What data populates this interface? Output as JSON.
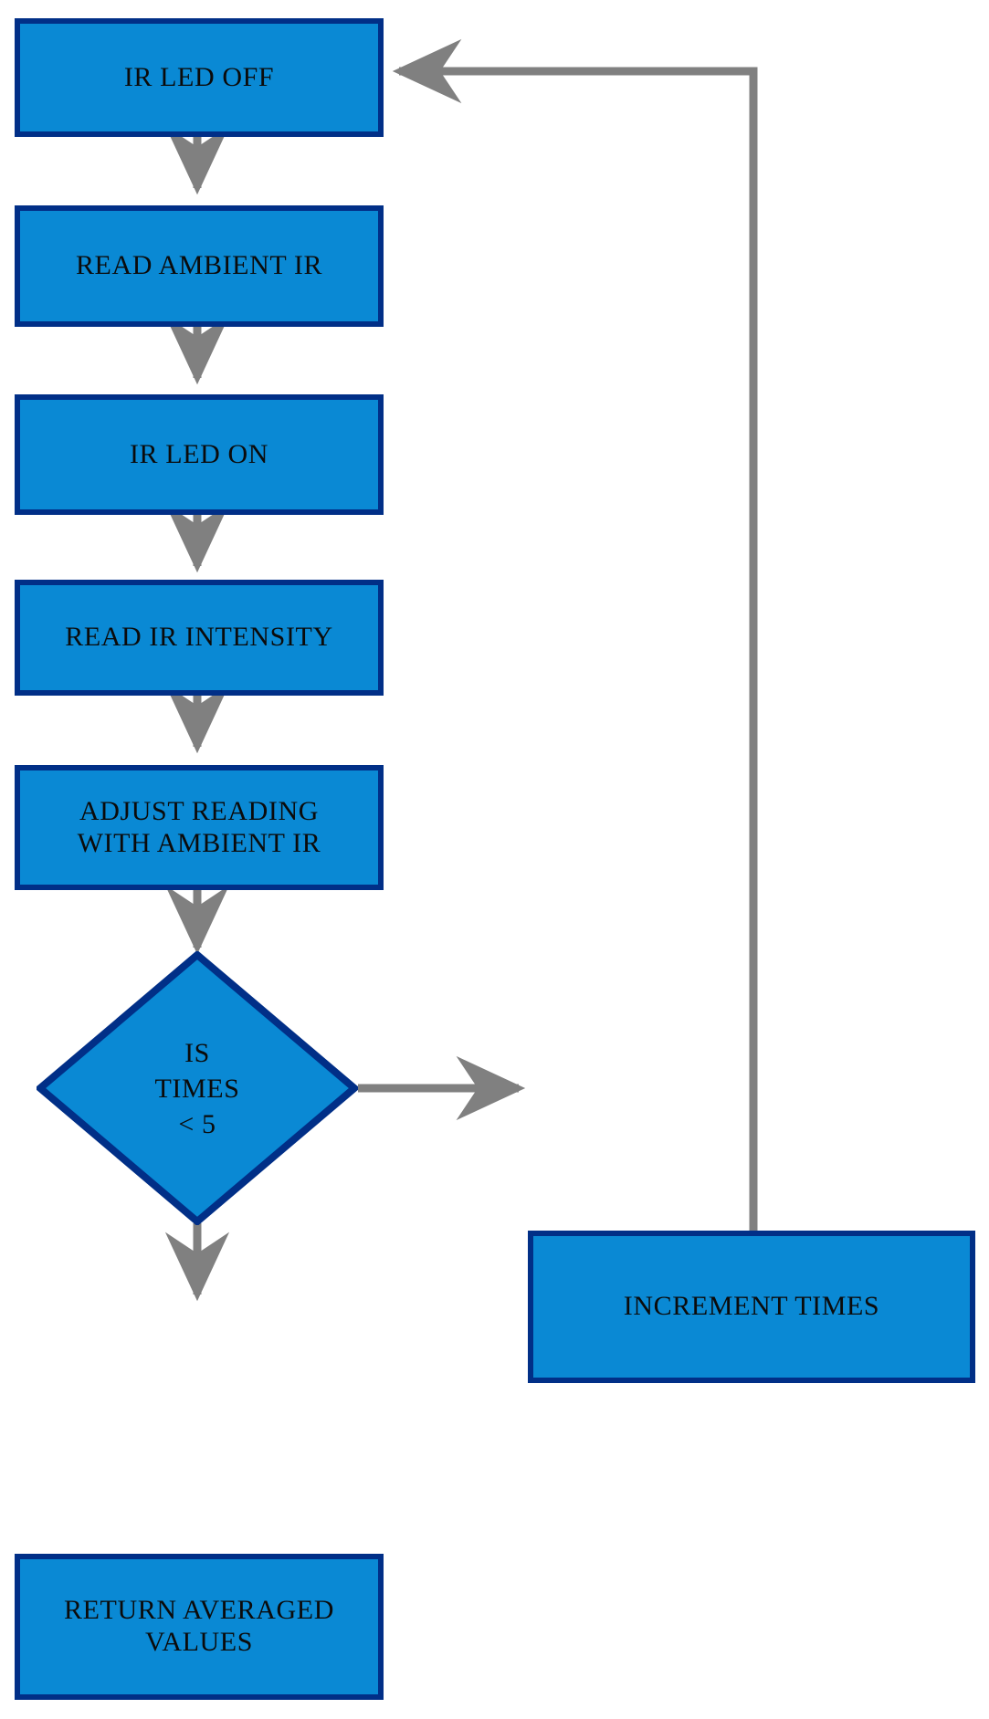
{
  "diagram": {
    "title": "IR proximity sensor reading routine flowchart",
    "type": "flowchart",
    "colors": {
      "node_fill": "#0a89d4",
      "node_border": "#012f87",
      "arrow": "#808080",
      "text": "#0b0b0b",
      "background": "#ffffff"
    },
    "nodes": [
      {
        "id": "ir-led-off",
        "shape": "process",
        "label": "IR LED OFF"
      },
      {
        "id": "read-ambient-ir",
        "shape": "process",
        "label": "READ AMBIENT IR"
      },
      {
        "id": "ir-led-on",
        "shape": "process",
        "label": "IR LED ON"
      },
      {
        "id": "read-ir-intensity",
        "shape": "process",
        "label": "READ IR INTENSITY"
      },
      {
        "id": "adjust-reading",
        "shape": "process",
        "label": "ADJUST READING\nWITH AMBIENT IR"
      },
      {
        "id": "is-times-lt-5",
        "shape": "decision",
        "label": "IS\nTIMES\n< 5"
      },
      {
        "id": "increment-times",
        "shape": "process",
        "label": "INCREMENT TIMES"
      },
      {
        "id": "return-averaged",
        "shape": "process",
        "label": "RETURN AVERAGED\nVALUES"
      }
    ],
    "edges": [
      {
        "from": "ir-led-off",
        "to": "read-ambient-ir",
        "label": ""
      },
      {
        "from": "read-ambient-ir",
        "to": "ir-led-on",
        "label": ""
      },
      {
        "from": "ir-led-on",
        "to": "read-ir-intensity",
        "label": ""
      },
      {
        "from": "read-ir-intensity",
        "to": "adjust-reading",
        "label": ""
      },
      {
        "from": "adjust-reading",
        "to": "is-times-lt-5",
        "label": ""
      },
      {
        "from": "is-times-lt-5",
        "to": "increment-times",
        "label": ""
      },
      {
        "from": "is-times-lt-5",
        "to": "return-averaged",
        "label": ""
      },
      {
        "from": "increment-times",
        "to": "ir-led-off",
        "label": ""
      }
    ]
  }
}
